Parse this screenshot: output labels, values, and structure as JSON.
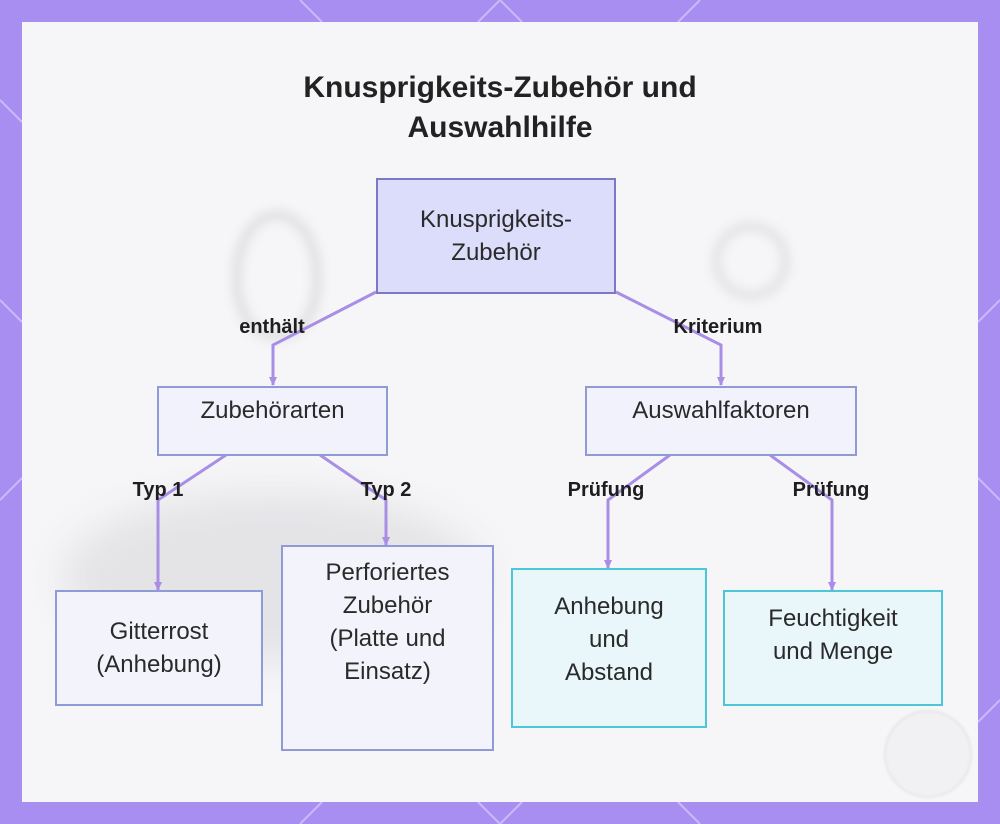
{
  "title": "Knusprigkeits-Zubehör und\nAuswahlhilfe",
  "colors": {
    "frame": "#a98ef2",
    "panel": "#f6f6f8",
    "edge": "#a98ee6",
    "root_fill": "#dcdcfb",
    "node_border": "#8f9ad6",
    "cyan_border": "#4dc7d8"
  },
  "nodes": {
    "root": "Knusprigkeits-\nZubehör",
    "types": "Zubehörarten",
    "factors": "Auswahlfaktoren",
    "grid": "Gitterrost\n(Anhebung)",
    "perforated": "Perforiertes\nZubehör\n(Platte und\nEinsatz)",
    "lift": "Anhebung\nund\nAbstand",
    "moisture": "Feuchtigkeit\nund Menge"
  },
  "edges": {
    "contains": "enthält",
    "criterion": "Kriterium",
    "type1": "Typ 1",
    "type2": "Typ 2",
    "check1": "Prüfung",
    "check2": "Prüfung"
  }
}
